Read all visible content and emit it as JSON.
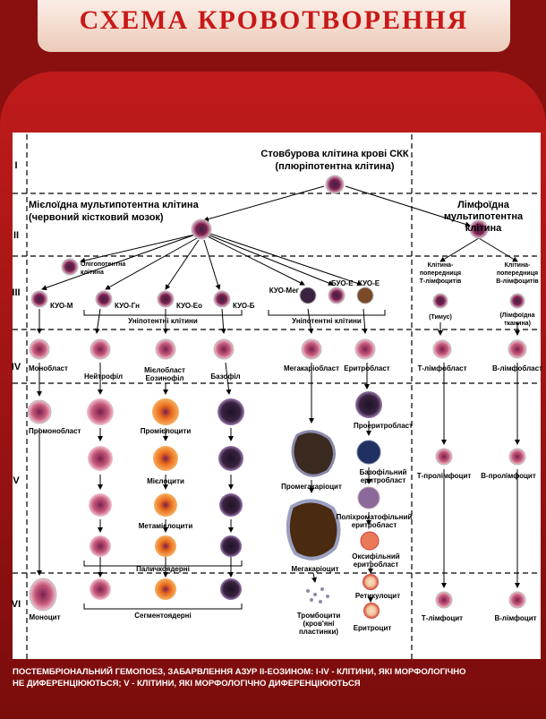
{
  "title": "СХЕМА КРОВОТВОРЕННЯ",
  "roman": [
    "I",
    "II",
    "III",
    "IV",
    "V",
    "VI"
  ],
  "stem": {
    "line1": "Стовбурова клітина крові СКК",
    "line2": "(плюріпотентна клітина)"
  },
  "myeloid": {
    "line1": "Мієлоїдна мультипотентна клітина",
    "line2": "(червоний кістковий мозок)"
  },
  "lymphoid": {
    "line1": "Лімфоїдна",
    "line2": "мультипотентна",
    "line3": "клітина"
  },
  "oligo": {
    "line1": "Олігопотентна",
    "line2": "клітина"
  },
  "kuo": {
    "m": "КУО-М",
    "gn": "КУО-Гн",
    "eo": "КУО-Ео",
    "b": "КУО-Б",
    "meg": "КУО-Мег",
    "buo_e": "БУО-Е",
    "kuo_e": "КУО-Е"
  },
  "unipotent": "Уніпотентні клітини",
  "t_prec": {
    "l1": "Клітина-",
    "l2": "попередниця",
    "l3": "Т-лімфоцитів"
  },
  "b_prec": {
    "l1": "Клітина-",
    "l2": "попередниця",
    "l3": "В-лімфоцитів"
  },
  "thymus": "(Тимус)",
  "lymph_tissue": {
    "l1": "(Лімфоїдна",
    "l2": "тканина)"
  },
  "cells": {
    "monoblast": "Монобласт",
    "neutrophil": "Нейтрофіл",
    "myeloblast": "Мієлобласт",
    "eosinophil": "Еозинофіл",
    "basophil": "Базофіл",
    "megakaryoblast": "Мегакаріобласт",
    "erythroblast": "Еритробласт",
    "t_lymphoblast": "Т-лімфобласт",
    "b_lymphoblast": "В-лімфобласт",
    "promonoblast": "Промонобласт",
    "promyelocytes": "Промієлоцити",
    "proerythroblast": "Проеритробласт",
    "promegakaryocyte": "Промегакаріоцит",
    "basophilic": "Базофільний",
    "erythroblast_lc": "еритробласт",
    "t_prolymphocyte": "Т-пролімфоцит",
    "b_prolymphocyte": "В-пролімфоцит",
    "myelocytes": "Мієлоцити",
    "polychromatophilic": "Поліхроматофільний",
    "metamyelocytes": "Метамієлоцити",
    "oxyphilic": "Оксифільний",
    "band": "Паличкоядерні",
    "megakaryocyte": "Мегакаріоцит",
    "reticulocyte": "Ретикулоцит",
    "monocyte": "Моноцит",
    "segmented": "Сегментоядерні",
    "thrombocytes": "Тромбоцити",
    "thrombo_l2": "(кров'яні",
    "thrombo_l3": "пластинки)",
    "erythrocyte": "Еритроцит",
    "t_lymphocyte": "Т-лімфоцит",
    "b_lymphocyte": "В-лімфоцит"
  },
  "footer": {
    "line1": "ПОСТЕМБРІОНАЛЬНИЙ ГЕМОПОЕЗ, ЗАБАРВЛЕННЯ АЗУР ІІ-ЕОЗИНОМ: І-IV - КЛІТИНИ, ЯКІ МОРФОЛОГІЧНО",
    "line2": "НЕ ДИФЕРЕНЦІЮЮТЬСЯ; V - КЛІТИНИ, ЯКІ МОРФОЛОГІЧНО  ДИФЕРЕНЦІЮЮТЬСЯ"
  },
  "colors": {
    "red": "#c81818",
    "dark_red": "#8a1010",
    "cell_purple": "#7a1f4e",
    "cell_pink": "#e9b7c9",
    "neutro": "#c55a7a",
    "eosin": "#e86a1a",
    "baso": "#3a2240",
    "ery": "#d23a32"
  }
}
